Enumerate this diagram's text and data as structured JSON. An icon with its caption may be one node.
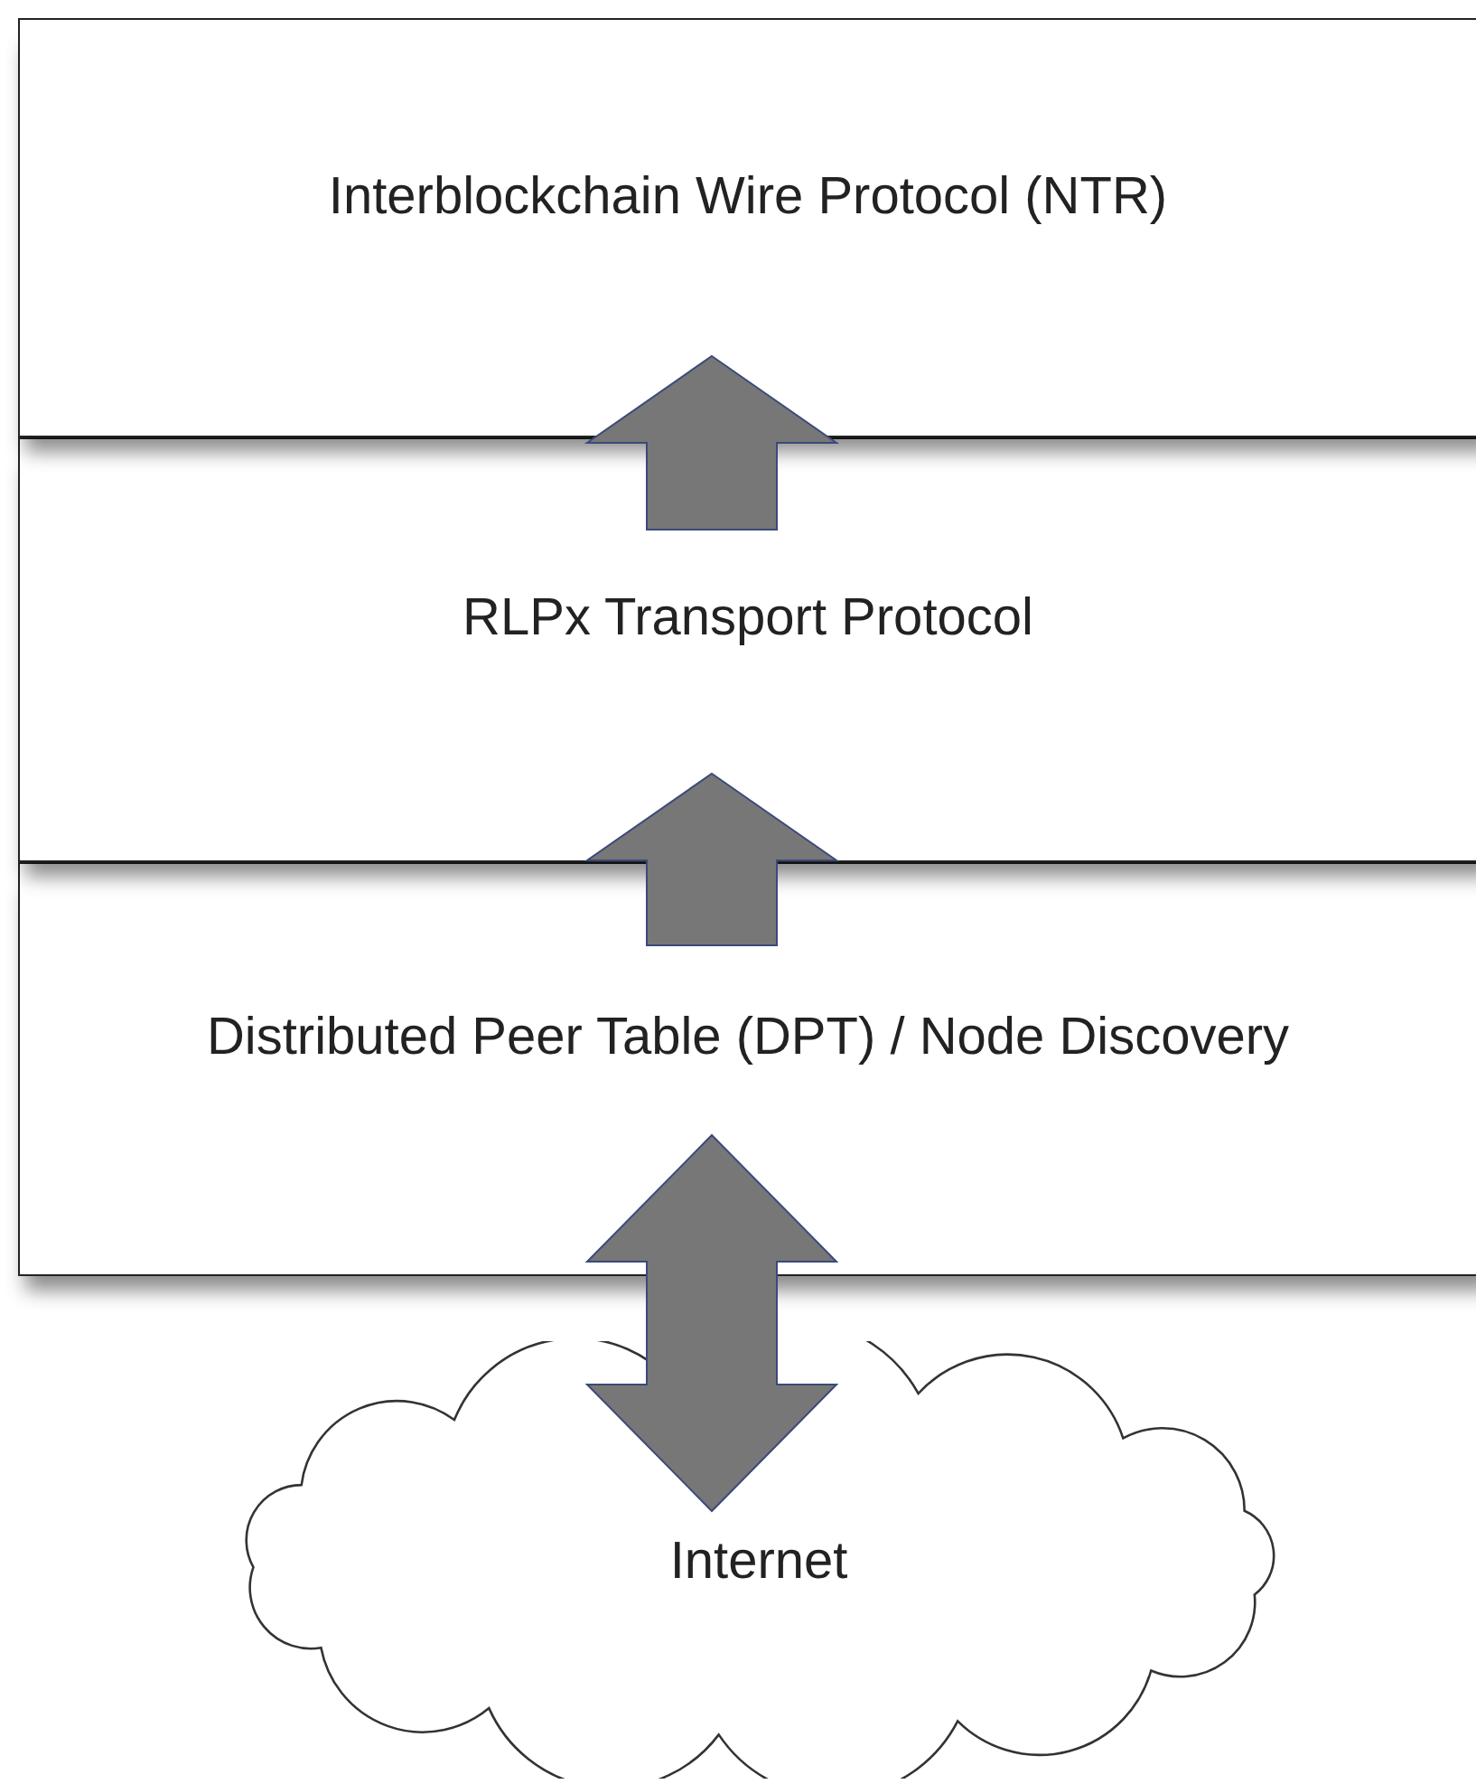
{
  "diagram": {
    "nodes": [
      {
        "text": [
          "Interblockchain Wire Protocol (NTR)"
        ]
      },
      {
        "text": [
          "RLPx Transport Protocol"
        ]
      },
      {
        "text": [
          "Distributed Peer Table (DPT) / Node Discovery"
        ]
      },
      {
        "text": [
          "Internet"
        ]
      }
    ],
    "edges": [
      {
        "from": 1,
        "to": 0,
        "arrow": "to"
      },
      {
        "from": 2,
        "to": 1,
        "arrow": "to"
      },
      {
        "from": 3,
        "to": 2,
        "arrow": "both"
      }
    ]
  }
}
